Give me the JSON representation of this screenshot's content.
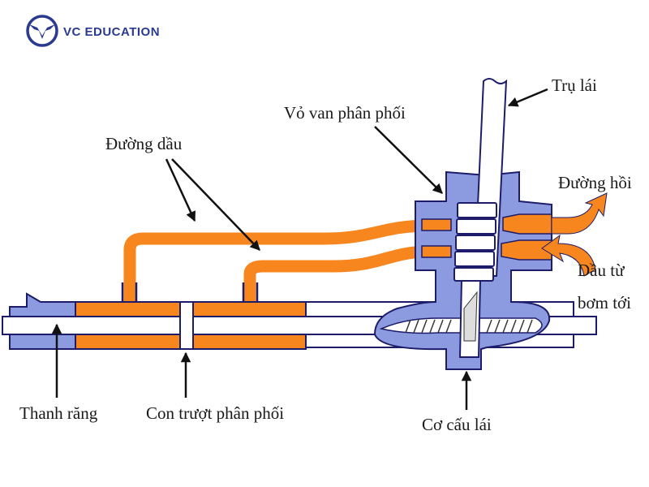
{
  "logo": {
    "text": "VC EDUCATION",
    "color": "#2a3a8f"
  },
  "colors": {
    "oil": "#f7861f",
    "housing": "#8c9be0",
    "outline": "#1c1c6a",
    "arrow": "#111111"
  },
  "labels": {
    "steering_column": "Trụ lái",
    "valve_housing": "Vỏ van phân phối",
    "oil_line": "Đường dầu",
    "return_line": "Đường hồi",
    "from_pump_1": "Dầu từ",
    "from_pump_2": "bơm tới",
    "rack": "Thanh răng",
    "spool": "Con trượt phân phối",
    "steering_gear": "Cơ cấu lái"
  }
}
